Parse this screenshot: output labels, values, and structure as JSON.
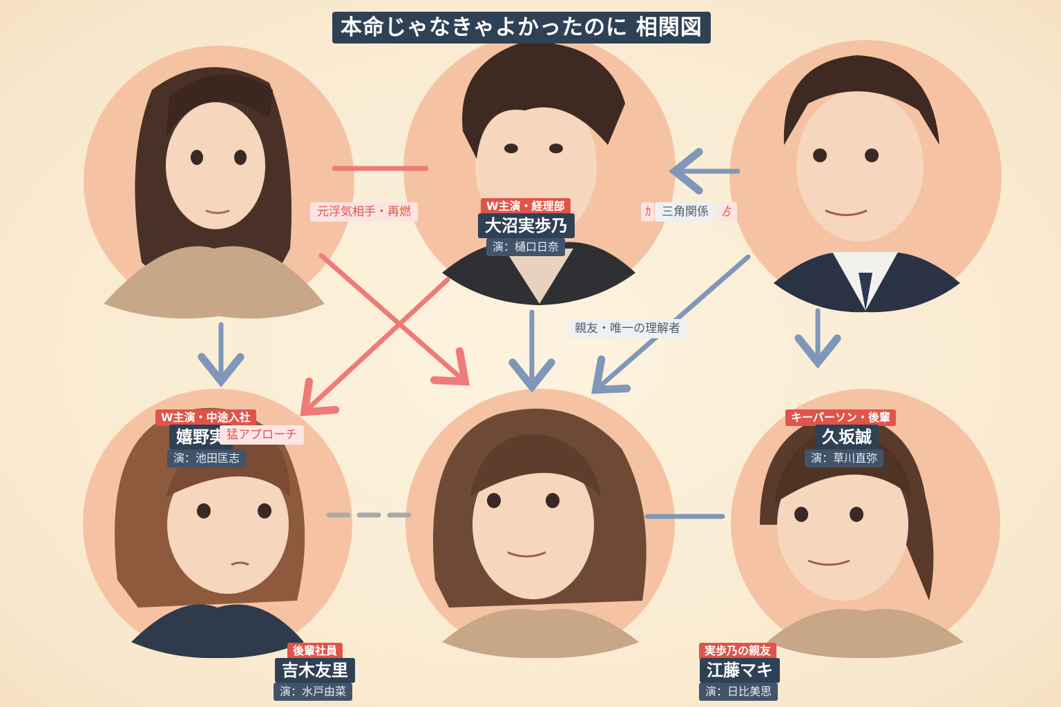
{
  "title": "本命じゃなきゃよかったのに 相関図",
  "colors": {
    "red_line": "#f07a78",
    "blue_line": "#7f97b8",
    "gray_line": "#a8aaaa",
    "name_bg": "#2f4155",
    "tag_red": "#e0544a"
  },
  "characters": {
    "center_top": {
      "tag": "W主演・経理部",
      "name": "大沼実歩乃",
      "actor": "演：樋口日奈"
    },
    "bottom_left": {
      "tag": "W主演・中途入社",
      "name": "嬉野実",
      "actor": "演：池田匡志"
    },
    "top_right_label": {
      "tag": "キーパーソン・後輩",
      "name": "久坂誠",
      "actor": "演：草川直弥"
    },
    "bottom_center": {
      "tag": "後輩社員",
      "name": "吉木友里",
      "actor": "演：水戸由菜"
    },
    "bottom_right": {
      "tag": "実歩乃の親友",
      "name": "江藤マキ",
      "actor": "演：日比美思"
    }
  },
  "relations": {
    "ex_affair": "元浮気相手・再燃",
    "triangle": "三角関係",
    "triangle_left_fragment": "ｶ",
    "triangle_right_fragment": "ゟ",
    "best_friend": "親友・唯一の理解者",
    "approach": "猛アプローチ"
  }
}
